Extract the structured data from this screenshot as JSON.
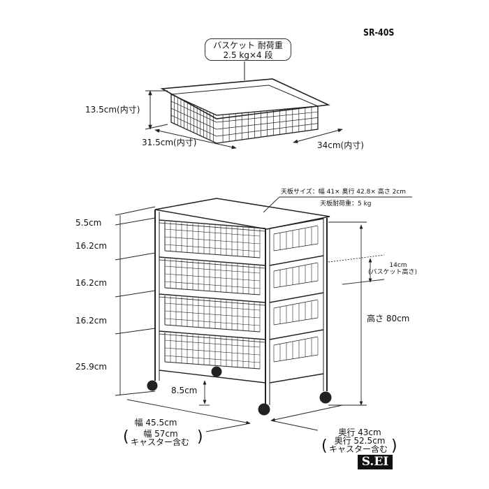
{
  "model": "SR-40S",
  "basket": {
    "load_line1": "バスケット 耐荷重",
    "load_line2": "2.5 kg×4 段",
    "height": "13.5cm(内寸)",
    "width": "31.5cm(内寸)",
    "depth": "34cm(内寸)"
  },
  "top_panel": {
    "size": "天板サイズ：幅 41× 奥行 42.8× 高さ 2cm",
    "load": "天板耐荷重：5 kg"
  },
  "cart": {
    "gap_top": "5.5cm",
    "shelf1": "16.2cm",
    "shelf2": "16.2cm",
    "shelf3": "16.2cm",
    "bottom": "25.9cm",
    "clearance": "8.5cm",
    "height": "高さ 80cm",
    "basket_height_value": "14cm",
    "basket_height_label": "(バスケット高さ)",
    "width": "幅 45.5cm",
    "width_caster": "幅 57cm",
    "width_caster_note": "キャスター含む",
    "depth": "奥行 43cm",
    "depth_caster": "奥行 52.5cm",
    "depth_caster_note": "キャスター含む"
  },
  "logo": "S.EI"
}
